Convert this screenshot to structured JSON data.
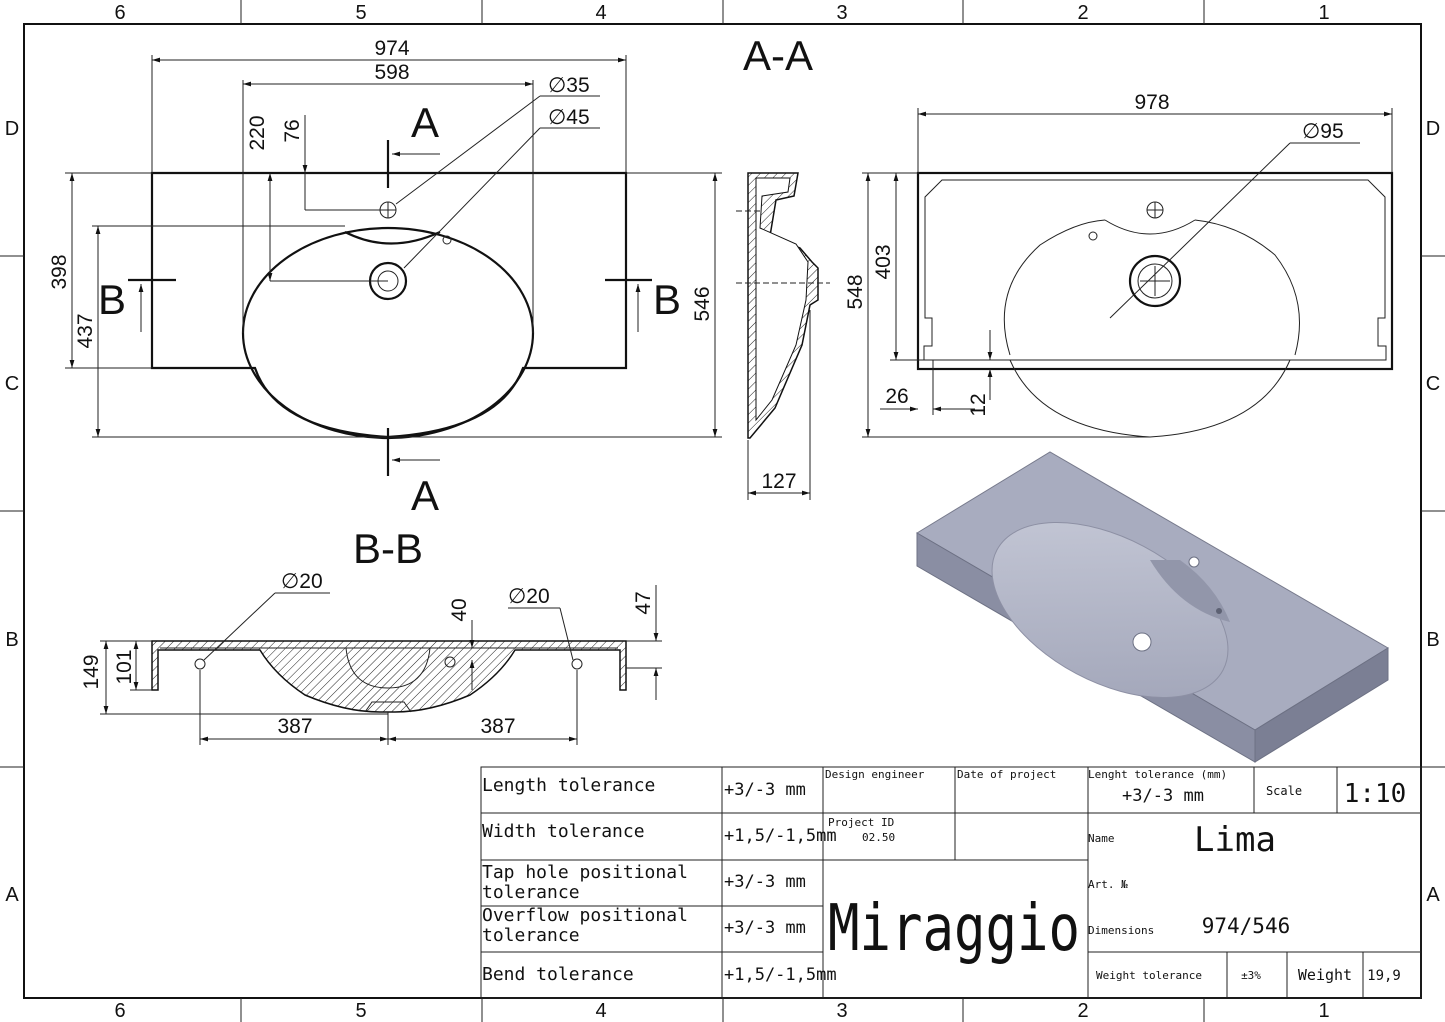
{
  "frame": {
    "top_columns": [
      "6",
      "5",
      "4",
      "3",
      "2",
      "1"
    ],
    "bottom_columns": [
      "6",
      "5",
      "4",
      "3",
      "2",
      "1"
    ],
    "left_rows": [
      "D",
      "C",
      "B",
      "A"
    ],
    "right_rows": [
      "D",
      "C",
      "B",
      "A"
    ]
  },
  "views": {
    "section_aa_title": "A-A",
    "section_bb_title": "B-B",
    "cut_labels": {
      "a_top": "A",
      "a_bottom": "A",
      "b_left": "B",
      "b_right": "B"
    }
  },
  "dimensions": {
    "top_view": {
      "overall_width": "974",
      "bowl_width": "598",
      "tap_hole_diameter": "∅35",
      "drain_diameter": "∅45",
      "dim_220": "220",
      "dim_76": "76",
      "dim_398": "398",
      "dim_437": "437",
      "depth": "546"
    },
    "side_section": {
      "height": "127"
    },
    "bottom_view": {
      "width": "978",
      "drain_diameter": "∅95",
      "dim_403": "403",
      "dim_548": "548",
      "dim_26": "26",
      "dim_12": "12"
    },
    "section_bb": {
      "overflow_left": "∅20",
      "overflow_right": "∅20",
      "dim_40": "40",
      "dim_47": "47",
      "dim_149": "149",
      "dim_101": "101",
      "half_left": "387",
      "half_right": "387"
    }
  },
  "title_block": {
    "tolerances": [
      {
        "label": "Length tolerance",
        "value": "+3/-3 mm"
      },
      {
        "label": "Width tolerance",
        "value": "+1,5/-1,5mm"
      },
      {
        "label": "Tap hole positional tolerance",
        "label_line1": "Tap hole positional",
        "label_line2": "tolerance",
        "value": "+3/-3 mm"
      },
      {
        "label": "Overflow positional tolerance",
        "label_line1": "Overflow positional",
        "label_line2": "tolerance",
        "value": "+3/-3 mm"
      },
      {
        "label": "Bend tolerance",
        "value": "+1,5/-1,5mm"
      }
    ],
    "design_engineer_label": "Design engineer",
    "date_label": "Date of project",
    "project_id_label": "Project ID",
    "project_id": "02.50",
    "brand": "Miraggio",
    "length_tolerance_label": "Lenght tolerance (mm)",
    "length_tolerance_value": "+3/-3 mm",
    "scale_label": "Scale",
    "scale_value": "1:10",
    "name_label": "Name",
    "name_value": "Lima",
    "art_label": "Art. №",
    "dimensions_label": "Dimensions",
    "dimensions_value": "974/546",
    "weight_tolerance_label": "Weight tolerance",
    "weight_tolerance_value": "±3%",
    "weight_label": "Weight",
    "weight_value": "19,9"
  },
  "colors": {
    "line": "#111111",
    "render_fill": "#a8acbf",
    "render_side": "#8a8ea3"
  }
}
